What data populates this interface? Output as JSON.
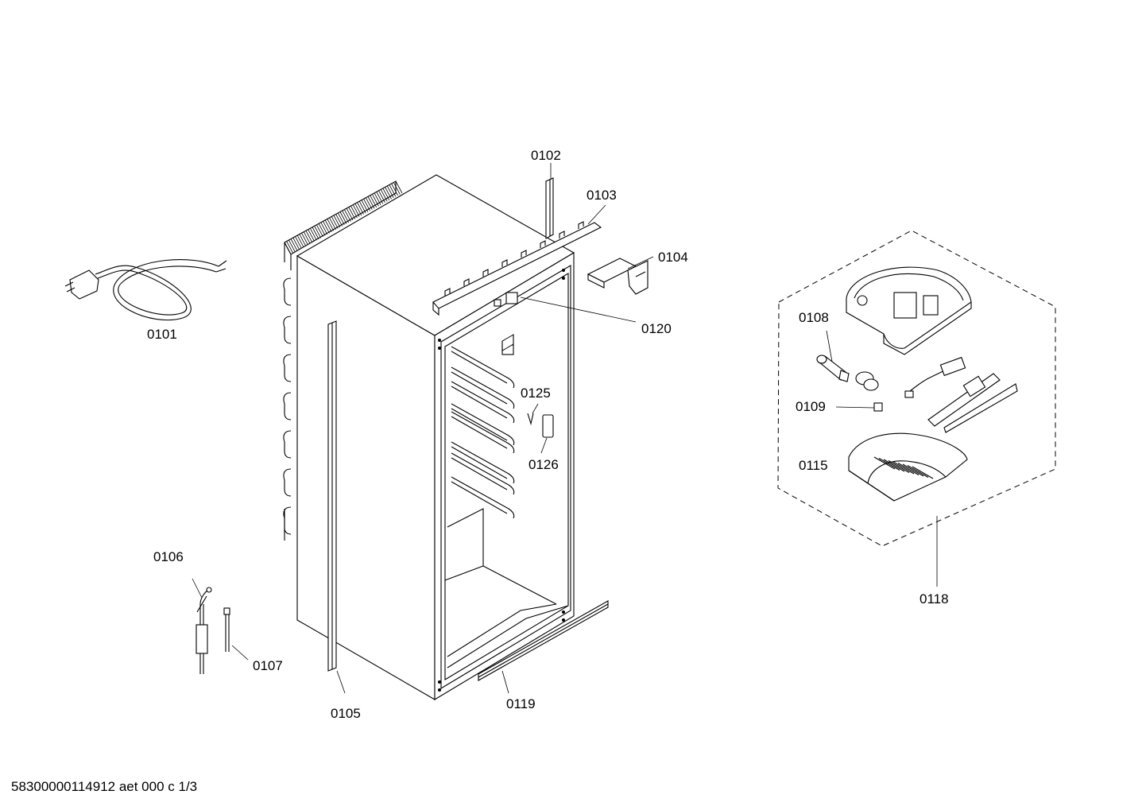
{
  "diagram": {
    "parts": [
      {
        "id": "0101"
      },
      {
        "id": "0102"
      },
      {
        "id": "0103"
      },
      {
        "id": "0104"
      },
      {
        "id": "0105"
      },
      {
        "id": "0106"
      },
      {
        "id": "0107"
      },
      {
        "id": "0108"
      },
      {
        "id": "0109"
      },
      {
        "id": "0115"
      },
      {
        "id": "0118"
      },
      {
        "id": "0119"
      },
      {
        "id": "0120"
      },
      {
        "id": "0125"
      },
      {
        "id": "0126"
      }
    ]
  },
  "footer": {
    "doc_id": "58300000114912 aet 000 c 1/3"
  }
}
